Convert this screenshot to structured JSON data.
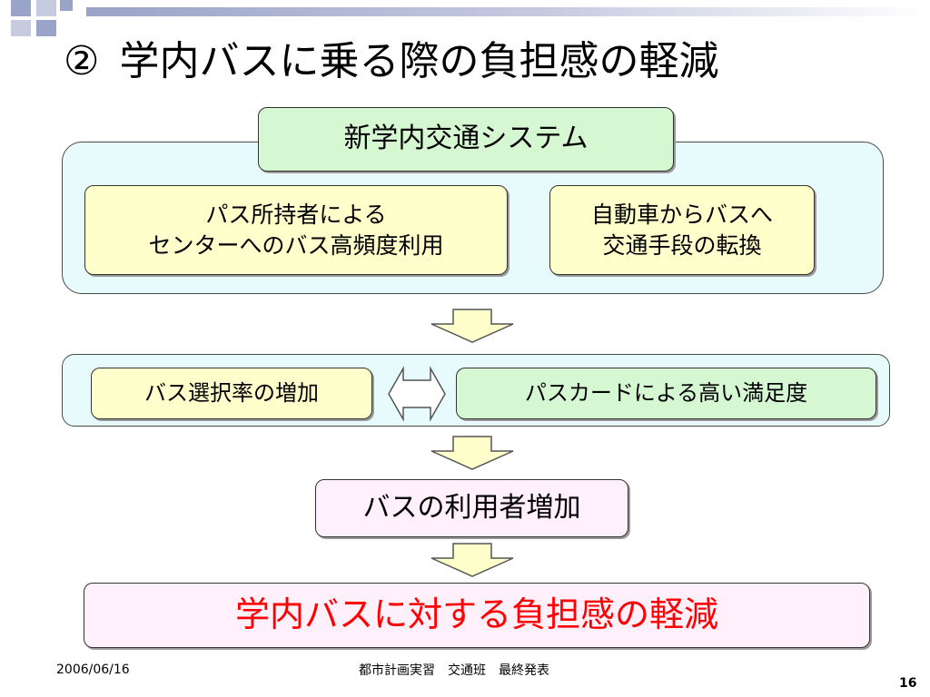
{
  "slide": {
    "title_number": "②",
    "title_text": "学内バスに乗る際の負担感の軽減"
  },
  "diagram": {
    "system_label": "新学内交通システム",
    "left_box_line1": "パス所持者による",
    "left_box_line2": "センターへのバス高頻度利用",
    "right_box_line1": "自動車からバスへ",
    "right_box_line2": "交通手段の転換",
    "bus_selection": "バス選択率の増加",
    "pass_satisfaction": "パスカードによる高い満足度",
    "bus_users": "バスの利用者増加",
    "result": "学内バスに対する負担感の軽減"
  },
  "footer": {
    "date": "2006/06/16",
    "center": "都市計画実習　交通班　最終発表",
    "page": "16"
  },
  "colors": {
    "panel_bg": "#e8fbfc",
    "yellow_box": "#ffffcc",
    "green_box": "#d5f8d2",
    "pink_box": "#fff0fb",
    "result_text": "#ff0000",
    "arrow_fill": "#ffffcc"
  }
}
